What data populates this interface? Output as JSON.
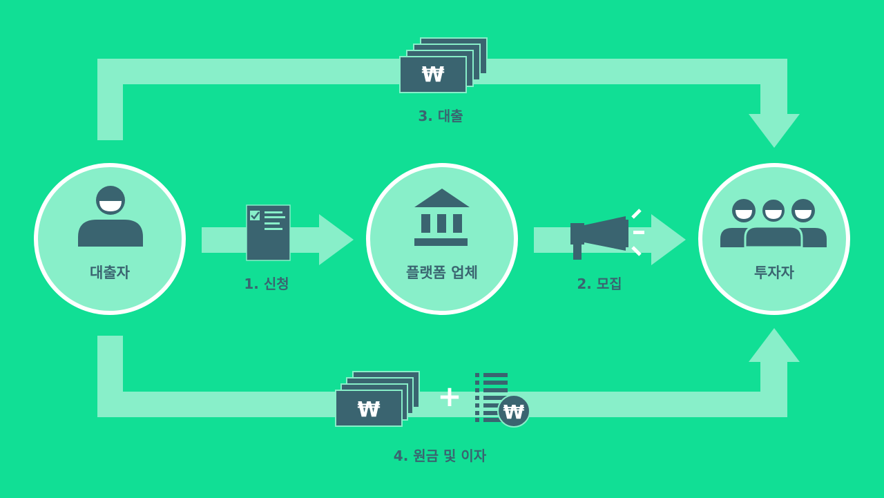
{
  "colors": {
    "background": "#11df95",
    "arrow": "#88efc9",
    "circle_fill": "#88efc9",
    "circle_border": "#ffffff",
    "icon": "#3a6470"
  },
  "nodes": {
    "borrower": {
      "label": "대출자",
      "icon": "person-icon"
    },
    "platform": {
      "label": "플랫폼 업체",
      "icon": "bank-icon"
    },
    "investors": {
      "label": "투자자",
      "icon": "group-icon"
    }
  },
  "steps": {
    "apply": {
      "label": "1. 신청",
      "icon": "application-form-icon"
    },
    "recruit": {
      "label": "2. 모집",
      "icon": "megaphone-icon"
    },
    "loan": {
      "label": "3. 대출",
      "icon": "money-stack-icon",
      "currency": "₩"
    },
    "repay": {
      "label": "4. 원금 및 이자",
      "icon": "money-stack-icon",
      "plus": "+",
      "currency": "₩"
    }
  }
}
